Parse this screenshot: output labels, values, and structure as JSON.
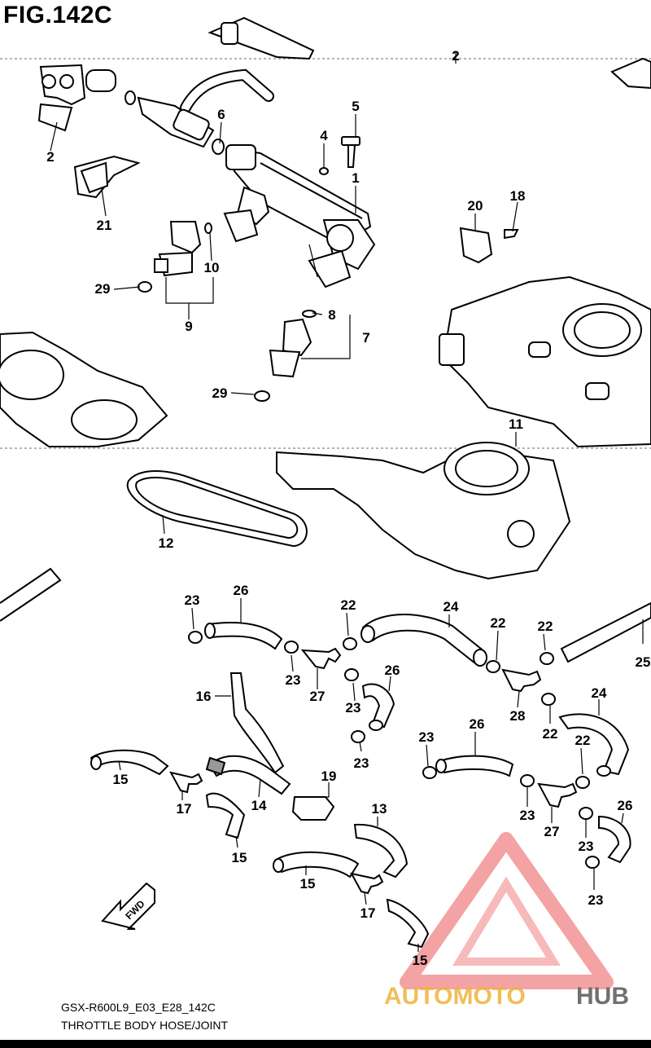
{
  "figure": {
    "title": "FIG.142C",
    "code": "GSX-R600L9_E03_E28_142C",
    "caption": "THROTTLE BODY HOSE/JOINT"
  },
  "watermark": {
    "brand_a": "AUTOMOTO",
    "brand_b": "HUB",
    "colors": {
      "primary": "#ee5a5a",
      "secondary": "#f0b23c"
    }
  },
  "fwd_label": "FWD",
  "callouts": [
    "2",
    "2",
    "5",
    "4",
    "6",
    "1",
    "21",
    "18",
    "20",
    "10",
    "29",
    "9",
    "8",
    "7",
    "29",
    "11",
    "12",
    "26",
    "23",
    "22",
    "24",
    "22",
    "22",
    "25",
    "23",
    "27",
    "26",
    "23",
    "23",
    "28",
    "22",
    "24",
    "16",
    "15",
    "17",
    "14",
    "19",
    "13",
    "15",
    "15",
    "17",
    "15",
    "26",
    "23",
    "22",
    "23",
    "27",
    "23",
    "23",
    "26",
    "23",
    "23"
  ]
}
